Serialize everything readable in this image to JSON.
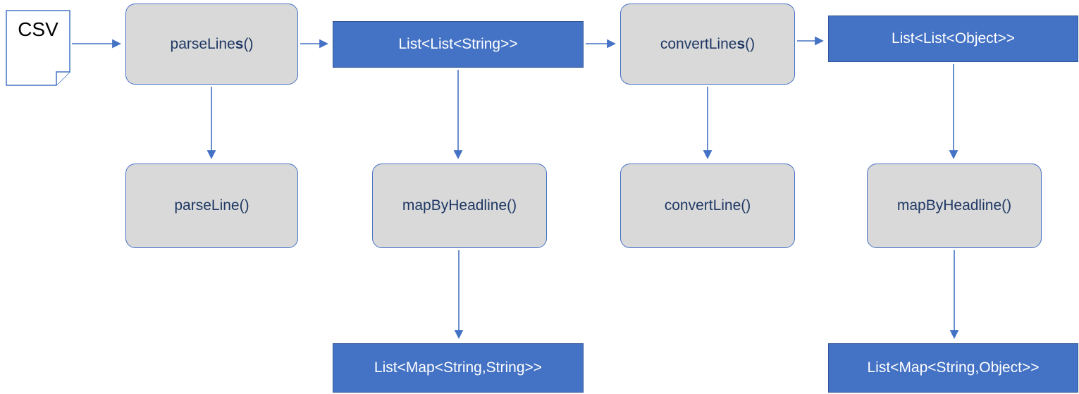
{
  "diagram": {
    "source": {
      "label": "CSV"
    },
    "nodes": {
      "parse_lines": {
        "pre": "parseLine",
        "bold": "s",
        "post": "()"
      },
      "list_list_string": {
        "label": "List<List<String>>"
      },
      "convert_lines": {
        "pre": "convertLine",
        "bold": "s",
        "post": "()"
      },
      "list_list_object": {
        "label": "List<List<Object>>"
      },
      "parse_line": {
        "label": "parseLine()"
      },
      "map_by_headline_1": {
        "label": "mapByHeadline()"
      },
      "convert_line": {
        "label": "convertLine()"
      },
      "map_by_headline_2": {
        "label": "mapByHeadline()"
      },
      "list_map_string_string": {
        "label": "List<Map<String,String>>"
      },
      "list_map_string_object": {
        "label": "List<Map<String,Object>>"
      }
    },
    "colors": {
      "accent_blue": "#4472C4",
      "accent_blue_dark": "#2F5597",
      "node_gray": "#D9D9D9",
      "text_dark_blue": "#1F3864",
      "text_white": "#FFFFFF",
      "arrow": "#4472C4",
      "doc_fill": "#FFFFFF",
      "csv_text": "#000000"
    }
  }
}
